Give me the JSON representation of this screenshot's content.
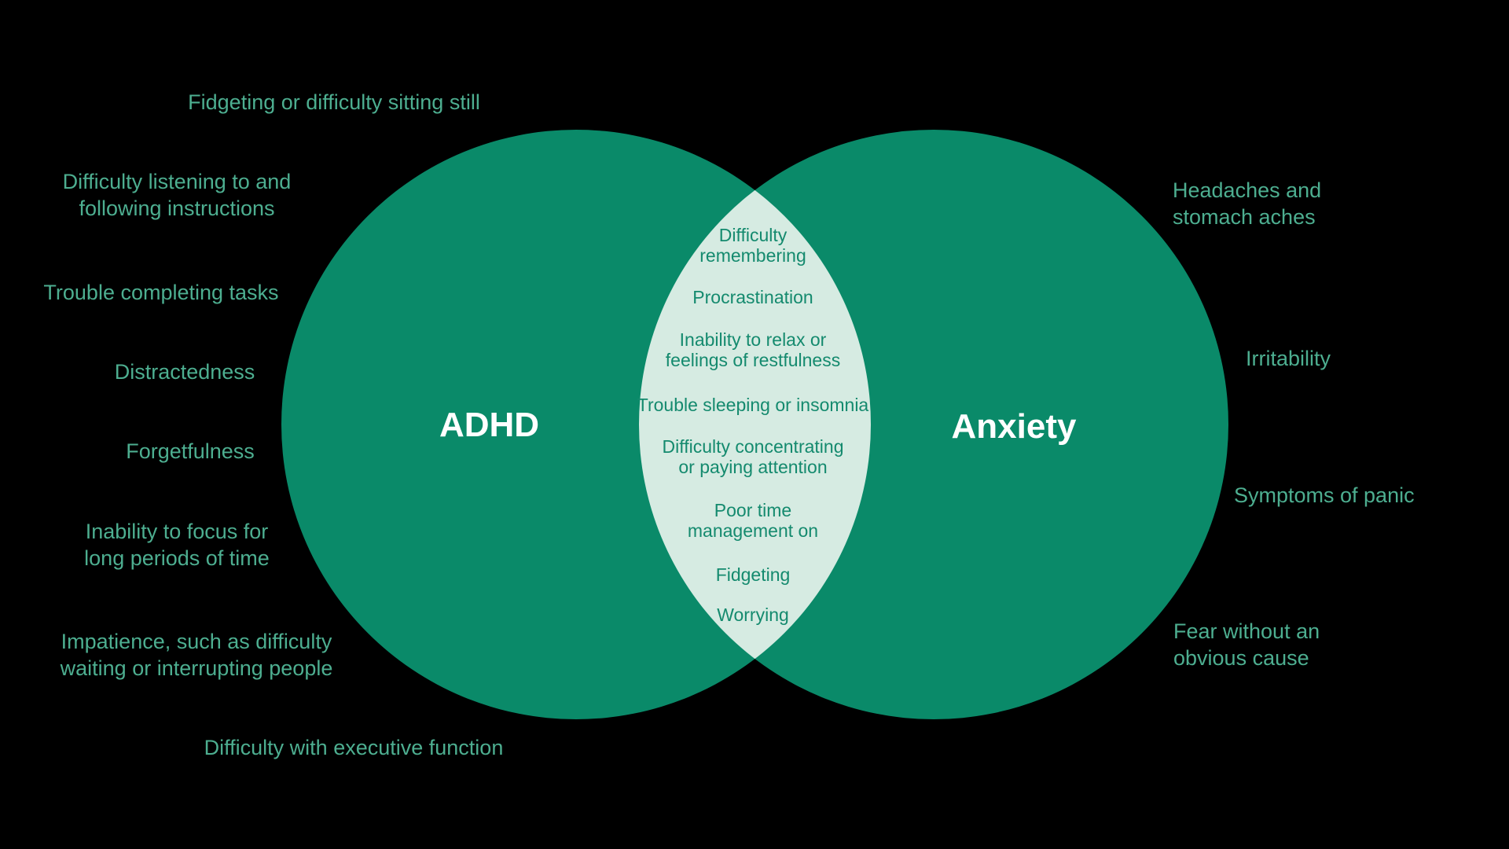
{
  "colors": {
    "background": "#000000",
    "circle_fill": "#0a8a69",
    "overlap_fill": "#d6ebe2",
    "side_label_text": "#4dae90",
    "overlap_text": "#148a6e",
    "circle_label_text": "#ffffff"
  },
  "venn": {
    "left_circle_label": "ADHD",
    "right_circle_label": "Anxiety",
    "adhd_symptoms": [
      "Fidgeting or difficulty sitting still",
      "Difficulty listening to and\nfollowing instructions",
      "Trouble completing tasks",
      "Distractedness",
      "Forgetfulness",
      "Inability to focus for\nlong periods of time",
      "Impatience, such as difficulty\nwaiting or interrupting people",
      "Difficulty with executive function"
    ],
    "shared_symptoms": [
      "Difficulty\nremembering",
      "Procrastination",
      "Inability to relax or\nfeelings of restfulness",
      "Trouble sleeping or insomnia",
      "Difficulty concentrating\nor paying attention",
      "Poor time\nmanagement on",
      "Fidgeting",
      "Worrying"
    ],
    "anxiety_symptoms": [
      "Headaches and\nstomach aches",
      "Irritability",
      "Symptoms of panic",
      "Fear without an\nobvious cause"
    ]
  }
}
